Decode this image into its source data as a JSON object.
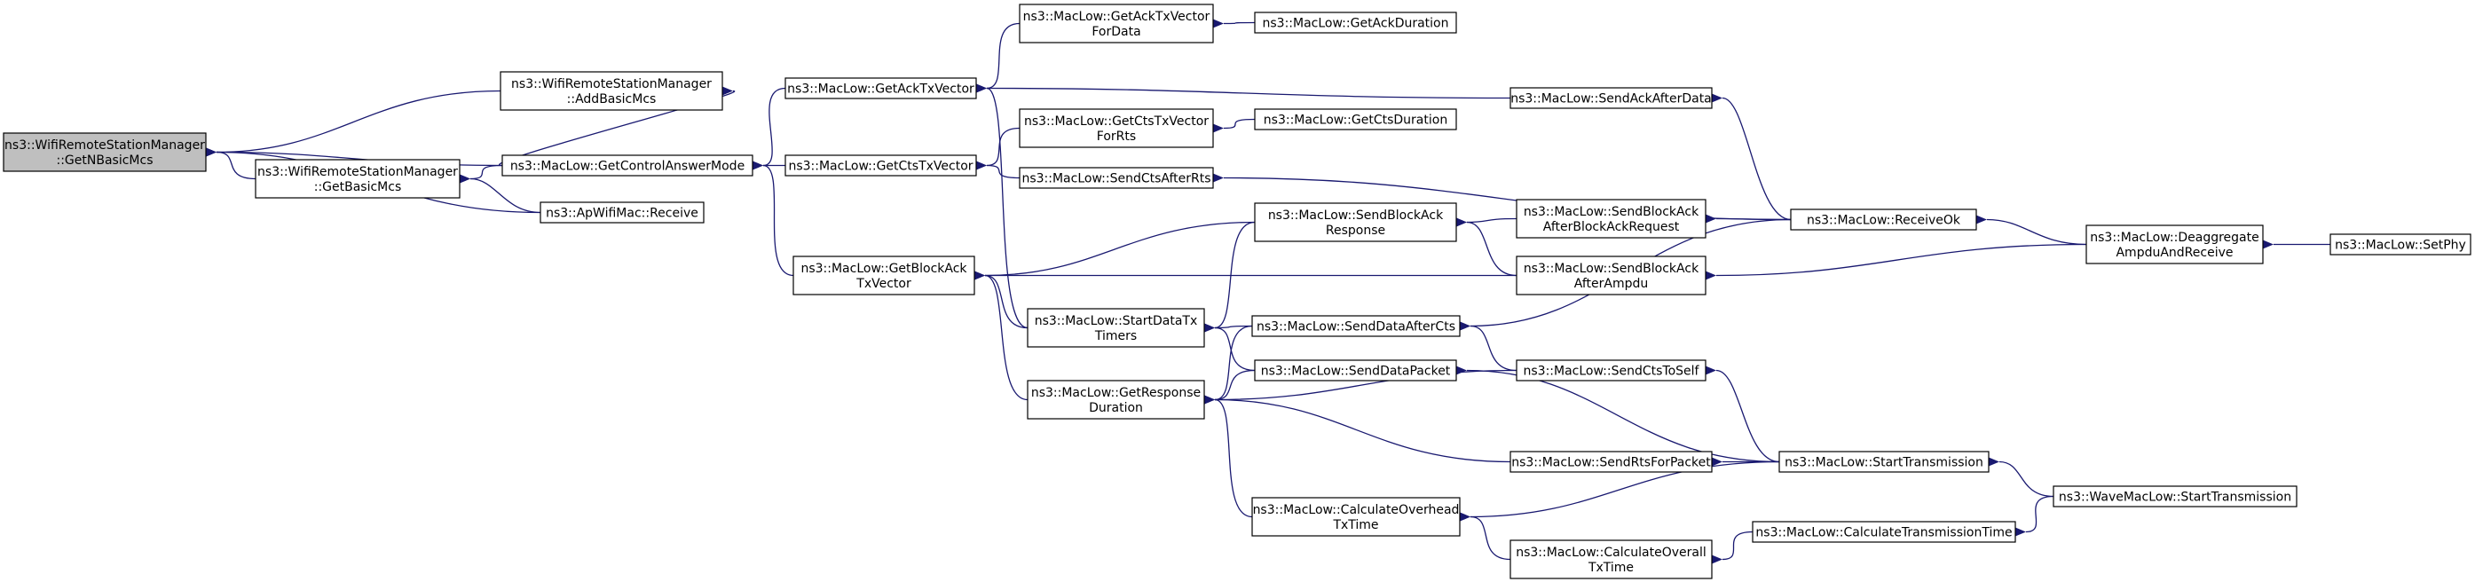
{
  "title": "",
  "colors": {
    "edge": "#191970",
    "root_fill": "#bfbfbf",
    "node_fill": "#ffffff",
    "node_stroke": "#000000"
  },
  "nodes": [
    {
      "id": "getn",
      "label": [
        "ns3::WifiRemoteStationManager",
        "::GetNBasicMcs"
      ],
      "root": true
    },
    {
      "id": "addbasic",
      "label": [
        "ns3::WifiRemoteStationManager",
        "::AddBasicMcs"
      ]
    },
    {
      "id": "getbasic",
      "label": [
        "ns3::WifiRemoteStationManager",
        "::GetBasicMcs"
      ]
    },
    {
      "id": "ctrlans",
      "label": [
        "ns3::MacLow::GetControlAnswerMode"
      ]
    },
    {
      "id": "apwifi",
      "label": [
        "ns3::ApWifiMac::Receive"
      ]
    },
    {
      "id": "getacktx",
      "label": [
        "ns3::MacLow::GetAckTxVector"
      ]
    },
    {
      "id": "getctstx",
      "label": [
        "ns3::MacLow::GetCtsTxVector"
      ]
    },
    {
      "id": "getblockack",
      "label": [
        "ns3::MacLow::GetBlockAck",
        "TxVector"
      ]
    },
    {
      "id": "getackfordata",
      "label": [
        "ns3::MacLow::GetAckTxVector",
        "ForData"
      ]
    },
    {
      "id": "getackdur",
      "label": [
        "ns3::MacLow::GetAckDuration"
      ]
    },
    {
      "id": "getctsforrts",
      "label": [
        "ns3::MacLow::GetCtsTxVector",
        "ForRts"
      ]
    },
    {
      "id": "getctsdur",
      "label": [
        "ns3::MacLow::GetCtsDuration"
      ]
    },
    {
      "id": "sendctsafterrts",
      "label": [
        "ns3::MacLow::SendCtsAfterRts"
      ]
    },
    {
      "id": "startdatatx",
      "label": [
        "ns3::MacLow::StartDataTx",
        "Timers"
      ]
    },
    {
      "id": "getresponse",
      "label": [
        "ns3::MacLow::GetResponse",
        "Duration"
      ]
    },
    {
      "id": "sendackafterdata",
      "label": [
        "ns3::MacLow::SendAckAfterData"
      ]
    },
    {
      "id": "sendblockackresp",
      "label": [
        "ns3::MacLow::SendBlockAck",
        "Response"
      ]
    },
    {
      "id": "sendblockackafterreq",
      "label": [
        "ns3::MacLow::SendBlockAck",
        "AfterBlockAckRequest"
      ]
    },
    {
      "id": "sendblockackafterampdu",
      "label": [
        "ns3::MacLow::SendBlockAck",
        "AfterAmpdu"
      ]
    },
    {
      "id": "senddataaftercts",
      "label": [
        "ns3::MacLow::SendDataAfterCts"
      ]
    },
    {
      "id": "senddatapacket",
      "label": [
        "ns3::MacLow::SendDataPacket"
      ]
    },
    {
      "id": "sendctstoself",
      "label": [
        "ns3::MacLow::SendCtsToSelf"
      ]
    },
    {
      "id": "sendrtsforpacket",
      "label": [
        "ns3::MacLow::SendRtsForPacket"
      ]
    },
    {
      "id": "calcoverhead",
      "label": [
        "ns3::MacLow::CalculateOverhead",
        "TxTime"
      ]
    },
    {
      "id": "calcoverall",
      "label": [
        "ns3::MacLow::CalculateOverall",
        "TxTime"
      ]
    },
    {
      "id": "calctrans",
      "label": [
        "ns3::MacLow::CalculateTransmissionTime"
      ]
    },
    {
      "id": "receiveok",
      "label": [
        "ns3::MacLow::ReceiveOk"
      ]
    },
    {
      "id": "starttrans",
      "label": [
        "ns3::MacLow::StartTransmission"
      ]
    },
    {
      "id": "deagg",
      "label": [
        "ns3::MacLow::Deaggregate",
        "AmpduAndReceive"
      ]
    },
    {
      "id": "setphy",
      "label": [
        "ns3::MacLow::SetPhy"
      ]
    },
    {
      "id": "wavestart",
      "label": [
        "ns3::WaveMacLow::StartTransmission"
      ]
    }
  ],
  "edges": [
    [
      "addbasic",
      "getn"
    ],
    [
      "getbasic",
      "getn"
    ],
    [
      "ctrlans",
      "getn"
    ],
    [
      "apwifi",
      "getn"
    ],
    [
      "ctrlans",
      "addbasic"
    ],
    [
      "ctrlans",
      "getbasic"
    ],
    [
      "apwifi",
      "getbasic"
    ],
    [
      "getacktx",
      "ctrlans"
    ],
    [
      "getctstx",
      "ctrlans"
    ],
    [
      "getblockack",
      "ctrlans"
    ],
    [
      "getackfordata",
      "getacktx"
    ],
    [
      "sendackafterdata",
      "getacktx"
    ],
    [
      "startdatatx",
      "getacktx"
    ],
    [
      "getctsforrts",
      "getctstx"
    ],
    [
      "sendctsafterrts",
      "getctstx"
    ],
    [
      "sendblockackresp",
      "getblockack"
    ],
    [
      "sendblockackafterampdu",
      "getblockack"
    ],
    [
      "startdatatx",
      "getblockack"
    ],
    [
      "getresponse",
      "getblockack"
    ],
    [
      "getackdur",
      "getackfordata"
    ],
    [
      "getctsdur",
      "getctsforrts"
    ],
    [
      "receiveok",
      "sendctsafterrts"
    ],
    [
      "sendblockackresp",
      "startdatatx"
    ],
    [
      "senddataaftercts",
      "startdatatx"
    ],
    [
      "senddatapacket",
      "startdatatx"
    ],
    [
      "senddataaftercts",
      "getresponse"
    ],
    [
      "senddatapacket",
      "getresponse"
    ],
    [
      "sendctstoself",
      "getresponse"
    ],
    [
      "sendrtsforpacket",
      "getresponse"
    ],
    [
      "calcoverhead",
      "getresponse"
    ],
    [
      "receiveok",
      "sendackafterdata"
    ],
    [
      "sendblockackafterreq",
      "sendblockackresp"
    ],
    [
      "sendblockackafterampdu",
      "sendblockackresp"
    ],
    [
      "receiveok",
      "sendblockackafterreq"
    ],
    [
      "deagg",
      "sendblockackafterampdu"
    ],
    [
      "receiveok",
      "senddataaftercts"
    ],
    [
      "sendctstoself",
      "senddataaftercts"
    ],
    [
      "starttrans",
      "senddatapacket"
    ],
    [
      "starttrans",
      "sendctstoself"
    ],
    [
      "starttrans",
      "sendrtsforpacket"
    ],
    [
      "starttrans",
      "calcoverhead"
    ],
    [
      "calcoverall",
      "calcoverhead"
    ],
    [
      "calctrans",
      "calcoverall"
    ],
    [
      "deagg",
      "receiveok"
    ],
    [
      "setphy",
      "deagg"
    ],
    [
      "wavestart",
      "starttrans"
    ],
    [
      "wavestart",
      "calctrans"
    ]
  ]
}
